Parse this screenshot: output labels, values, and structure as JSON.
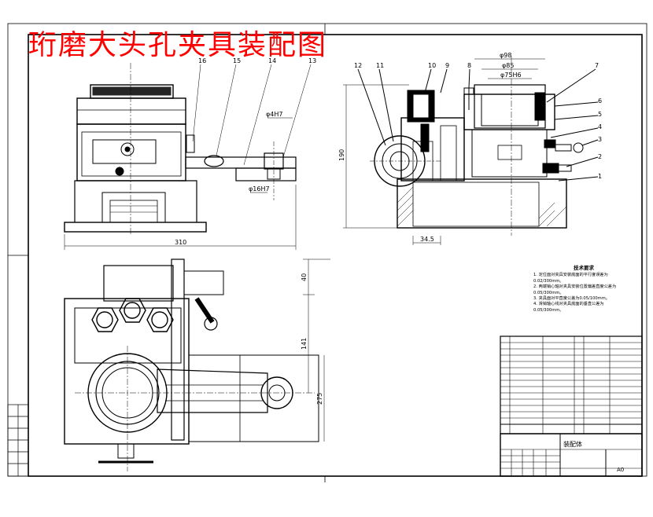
{
  "drawing": {
    "title": "珩磨大头孔夹具装配图",
    "title_color": "#ff0000",
    "line_color": "#000000",
    "background": "#ffffff"
  },
  "dimensions": {
    "front_width": "310",
    "side_height": "190",
    "bore_d4": "φ4H7",
    "bore_d16": "φ16H7",
    "top_d98": "φ98",
    "top_d85": "φ85",
    "top_d75": "φ75H6",
    "side_offset": "34.5",
    "plan_40": "40",
    "plan_141": "141",
    "plan_275": "275"
  },
  "balloons": {
    "front": [
      "16",
      "15",
      "14",
      "13"
    ],
    "side": [
      "12",
      "11",
      "10",
      "9",
      "8",
      "7",
      "6",
      "5",
      "4",
      "3",
      "2",
      "1"
    ]
  },
  "tech_requirements": {
    "heading": "技术要求",
    "items": [
      "1. 定位面对夹具安装底面的平行度误差为0.02/300mm。",
      "2. 两端销心轴对夹具安装位置偏差直度公差为0.05/300mm。",
      "3. 夹具面对平直度公差为0.05/100mm。",
      "4. 滑销轴心线对夹具底面的垂直公差为0.05/300mm。"
    ]
  },
  "title_block": {
    "name": "装配体",
    "scale": "A0"
  }
}
